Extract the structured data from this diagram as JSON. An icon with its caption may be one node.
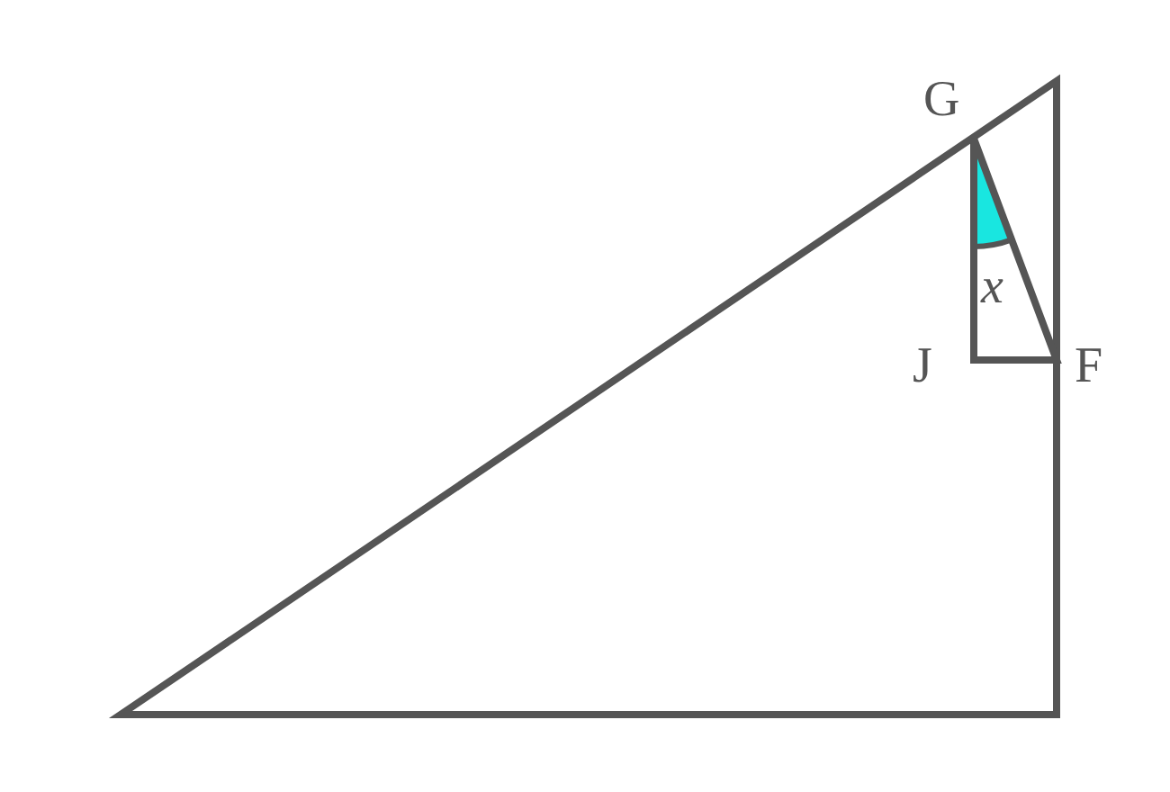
{
  "diagram": {
    "labels": [
      "G",
      "x",
      "J",
      "F"
    ]
  }
}
